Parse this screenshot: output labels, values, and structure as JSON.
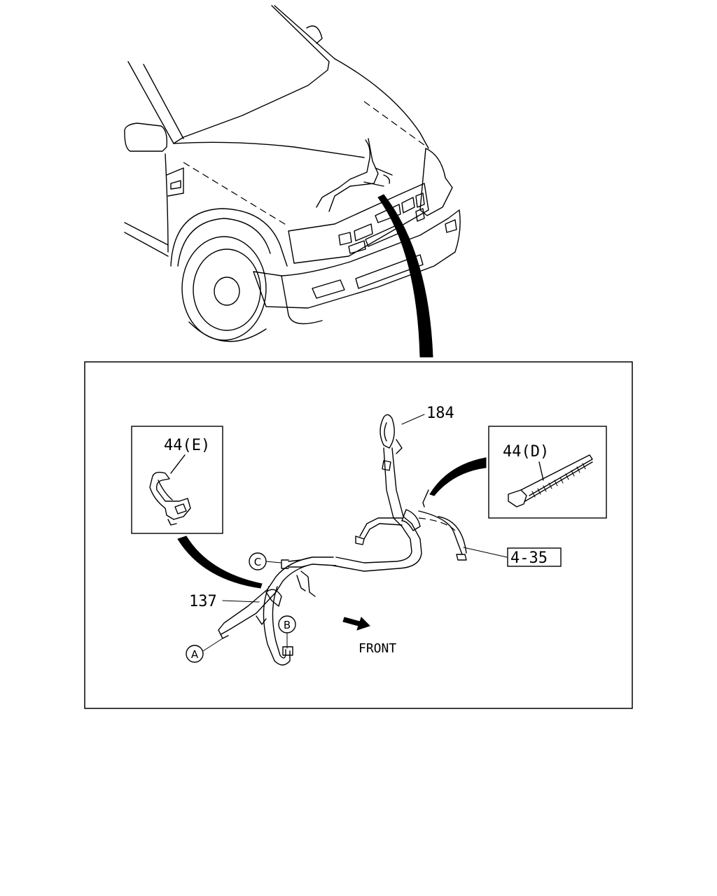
{
  "labels": {
    "part_184": "184",
    "part_44e": "44(E)",
    "part_44d": "44(D)",
    "part_137": "137",
    "ref_4_35": "4-35",
    "conn_a": "A",
    "conn_b": "B",
    "conn_c": "C",
    "front": "FRONT"
  },
  "colors": {
    "ink": "#000000",
    "paper": "#ffffff"
  }
}
